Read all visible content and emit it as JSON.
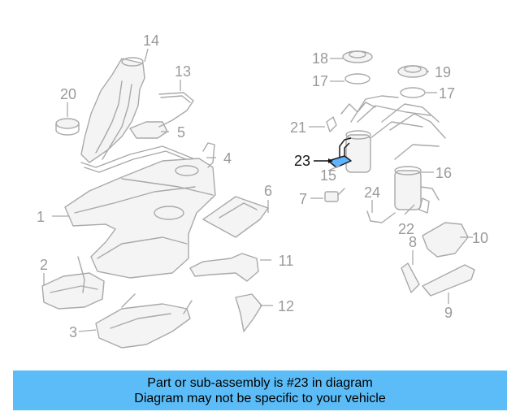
{
  "callouts": {
    "c1": "1",
    "c2": "2",
    "c3": "3",
    "c4": "4",
    "c5": "5",
    "c6": "6",
    "c7": "7",
    "c8": "8",
    "c9": "9",
    "c10": "10",
    "c11": "11",
    "c12": "12",
    "c13": "13",
    "c14": "14",
    "c15": "15",
    "c16": "16",
    "c17a": "17",
    "c17b": "17",
    "c18": "18",
    "c19": "19",
    "c20": "20",
    "c21": "21",
    "c22": "22",
    "c23": "23",
    "c24": "24"
  },
  "highlighted_part": "23",
  "colors": {
    "highlight": "#5fb3ff",
    "banner": "#5bbcf7",
    "line_art": "#a9a9a9"
  },
  "banner": {
    "line1": "Part or sub-assembly is #23 in diagram",
    "line2": "Diagram may not be specific to your vehicle"
  }
}
